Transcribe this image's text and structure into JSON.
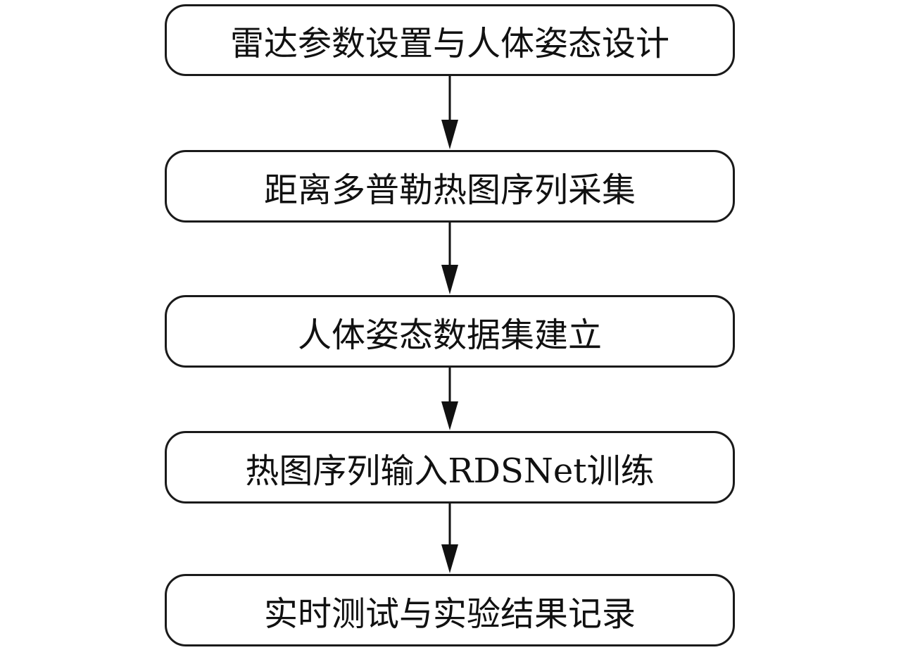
{
  "flowchart": {
    "steps": [
      {
        "label": "雷达参数设置与人体姿态设计"
      },
      {
        "label": "距离多普勒热图序列采集"
      },
      {
        "label": "人体姿态数据集建立"
      },
      {
        "label": "热图序列输入RDSNet训练"
      },
      {
        "label": "实时测试与实验结果记录"
      }
    ]
  }
}
